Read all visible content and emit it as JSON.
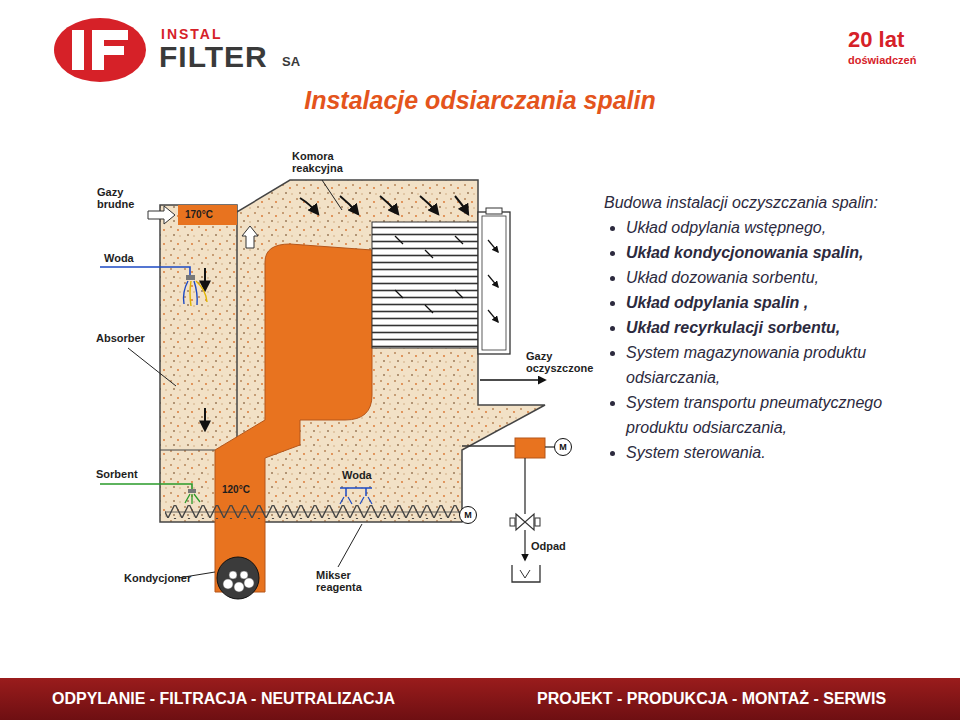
{
  "diagram": {
    "title": "Instalacje odsiarczania spalin",
    "nodes": [
      {
        "text": [
          "ODPYLANIE - FILTRACJA - NEUTRALIZACJA",
          "PROJEKT - PRODUKCJA - MONTAŻ - SERWIS"
        ]
      },
      {
        "text": [
          "M"
        ]
      },
      {
        "text": [
          "M"
        ]
      }
    ],
    "labels": [
      "INSTAL",
      "FILTER",
      "SA",
      "20 lat",
      "doświadczeń",
      "Gazy brudne",
      "170°C",
      "Woda",
      "Absorber",
      "Sorbent",
      "Kondycjoner",
      "Komora reakcyjna",
      "Gazy oczyszczone",
      "120°C",
      "Woda",
      "Mikser reagenta",
      "Odpad",
      "Budowa instalacji oczyszczania spalin:",
      "Układ odpylania wstępnego,",
      "Układ kondycjonowania spalin,",
      "Układ dozowania sorbentu,",
      "Układ odpylania spalin ,",
      "Układ recyrkulacji sorbentu,",
      "System magazynowania produktu odsiarczania,",
      "System transportu pneumatycznego produktu odsiarczania,",
      "System sterowania."
    ]
  }
}
